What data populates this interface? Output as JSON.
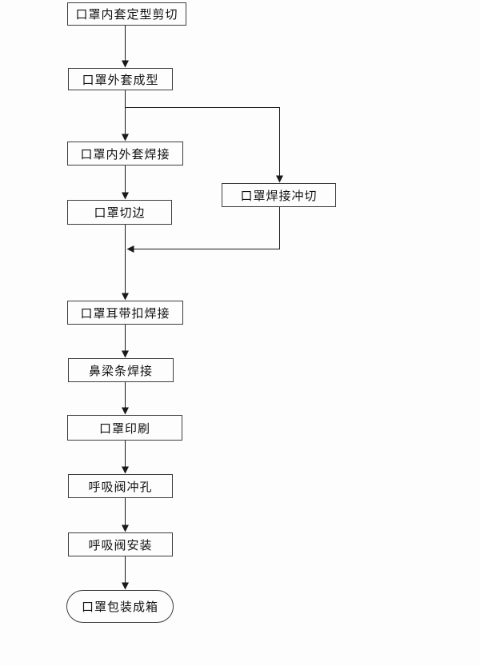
{
  "diagram": {
    "title": "mask-production-flowchart",
    "colors": {
      "background": "#fdfdfd",
      "node_border": "#3d3d3d",
      "node_fill": "#fdfdfd",
      "text": "#111111",
      "line": "#1a1a1a"
    },
    "nodes": [
      {
        "id": "inner-shaping-cut",
        "label": "口罩内套定型剪切",
        "shape": "rect"
      },
      {
        "id": "outer-forming",
        "label": "口罩外套成型",
        "shape": "rect"
      },
      {
        "id": "inner-outer-welding",
        "label": "口罩内外套焊接",
        "shape": "rect"
      },
      {
        "id": "edge-trimming",
        "label": "口罩切边",
        "shape": "rect"
      },
      {
        "id": "welding-punching",
        "label": "口罩焊接冲切",
        "shape": "rect"
      },
      {
        "id": "ear-strap-welding",
        "label": "口罩耳带扣焊接",
        "shape": "rect"
      },
      {
        "id": "nose-bridge-welding",
        "label": "鼻梁条焊接",
        "shape": "rect"
      },
      {
        "id": "printing",
        "label": "口罩印刷",
        "shape": "rect"
      },
      {
        "id": "valve-punching",
        "label": "呼吸阀冲孔",
        "shape": "rect"
      },
      {
        "id": "valve-install",
        "label": "呼吸阀安装",
        "shape": "rect"
      },
      {
        "id": "packaging",
        "label": "口罩包装成箱",
        "shape": "stadium"
      }
    ],
    "edges": [
      {
        "from": "inner-shaping-cut",
        "to": "outer-forming"
      },
      {
        "from": "outer-forming",
        "to": "inner-outer-welding"
      },
      {
        "from": "outer-forming",
        "to": "welding-punching"
      },
      {
        "from": "inner-outer-welding",
        "to": "edge-trimming"
      },
      {
        "from": "edge-trimming",
        "to": "ear-strap-welding"
      },
      {
        "from": "welding-punching",
        "to": "ear-strap-welding"
      },
      {
        "from": "ear-strap-welding",
        "to": "nose-bridge-welding"
      },
      {
        "from": "nose-bridge-welding",
        "to": "printing"
      },
      {
        "from": "printing",
        "to": "valve-punching"
      },
      {
        "from": "valve-punching",
        "to": "valve-install"
      },
      {
        "from": "valve-install",
        "to": "packaging"
      }
    ]
  }
}
